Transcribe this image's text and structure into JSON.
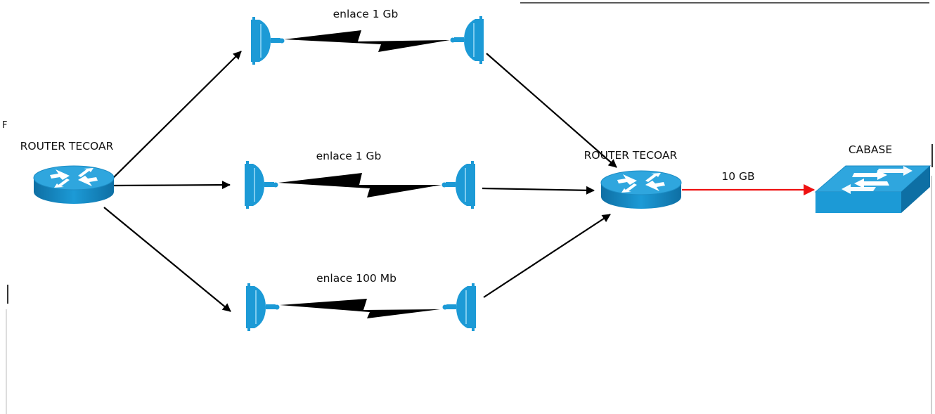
{
  "nodes": {
    "router_left": {
      "label": "ROUTER TECOAR",
      "icon": "router-icon"
    },
    "router_right": {
      "label": "ROUTER TECOAR",
      "icon": "router-icon"
    },
    "switch": {
      "label": "CABASE",
      "icon": "switch-icon"
    },
    "antennas": [
      "antenna-icon",
      "antenna-icon",
      "antenna-icon",
      "antenna-icon",
      "antenna-icon",
      "antenna-icon"
    ]
  },
  "links": {
    "top": "enlace 1 Gb",
    "middle": "enlace 1 Gb",
    "bottom": "enlace 100 Mb",
    "uplink": "10 GB"
  },
  "stray_char": "F",
  "colors": {
    "device_blue": "#1C9AD6",
    "device_dark": "#0E6FA4",
    "arrow": "#000000",
    "uplink_arrow": "#EE1111",
    "wireless_bolt": "#000000"
  }
}
